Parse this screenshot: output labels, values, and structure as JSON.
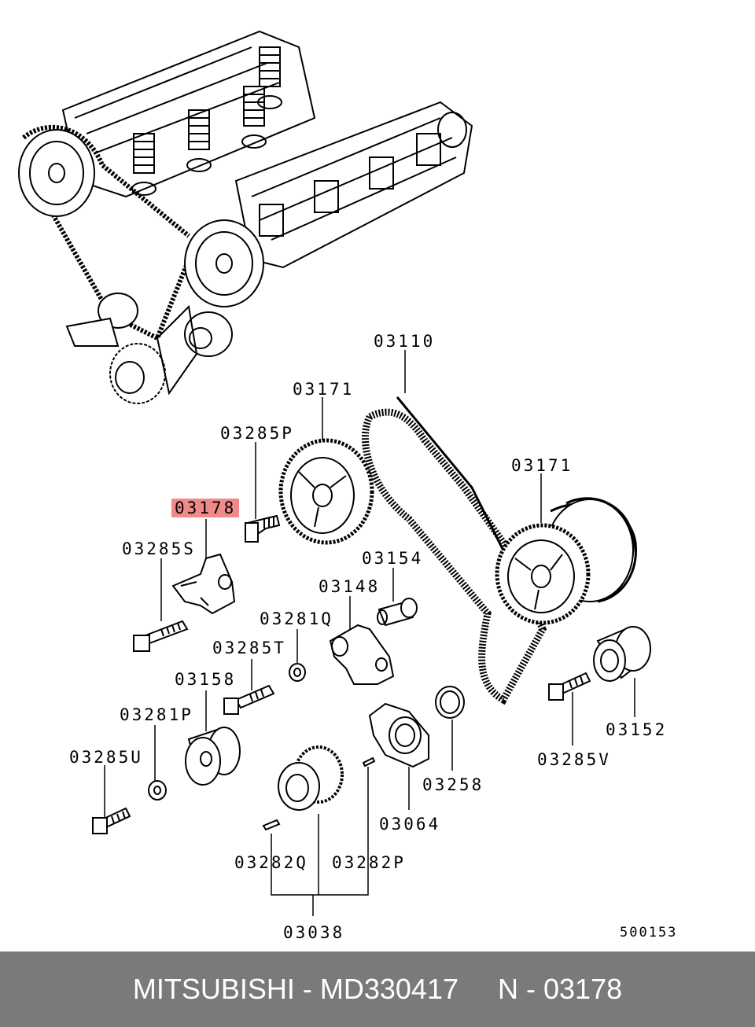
{
  "labels": {
    "l03110": "03110",
    "l03171a": "03171",
    "l03285P": "03285P",
    "l03178": "03178",
    "l03171b": "03171",
    "l03285S": "03285S",
    "l03154": "03154",
    "l03148": "03148",
    "l03281Q": "03281Q",
    "l03285T": "03285T",
    "l03158": "03158",
    "l03281P": "03281P",
    "l03152": "03152",
    "l03285U": "03285U",
    "l03258": "03258",
    "l03285V": "03285V",
    "l03064": "03064",
    "l03282Q": "03282Q",
    "l03282P": "03282P",
    "l03038": "03038"
  },
  "diagram_code": "500153",
  "highlight_color": "#f08a8a",
  "footer": {
    "text": "MITSUBISHI - MD330417     N - 03178",
    "background": "#7a7a7a"
  }
}
